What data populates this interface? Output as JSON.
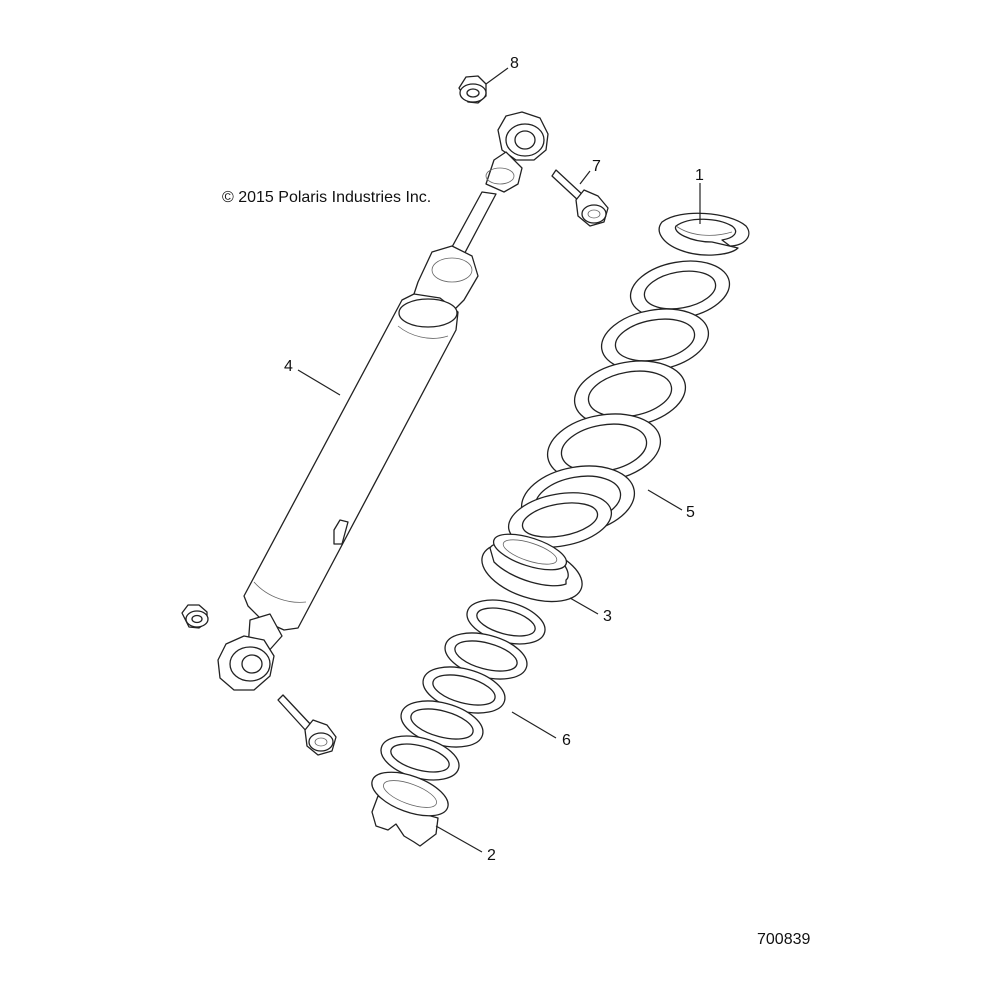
{
  "copyright": "© 2015 Polaris Industries Inc.",
  "drawing_number": "700839",
  "callouts": [
    {
      "id": "1",
      "part": "retainer-clip"
    },
    {
      "id": "2",
      "part": "lower-spring-seat"
    },
    {
      "id": "3",
      "part": "spring-adapter"
    },
    {
      "id": "4",
      "part": "shock-absorber"
    },
    {
      "id": "5",
      "part": "main-spring"
    },
    {
      "id": "6",
      "part": "tender-spring"
    },
    {
      "id": "7",
      "part": "bolt"
    },
    {
      "id": "8",
      "part": "bushing"
    }
  ]
}
